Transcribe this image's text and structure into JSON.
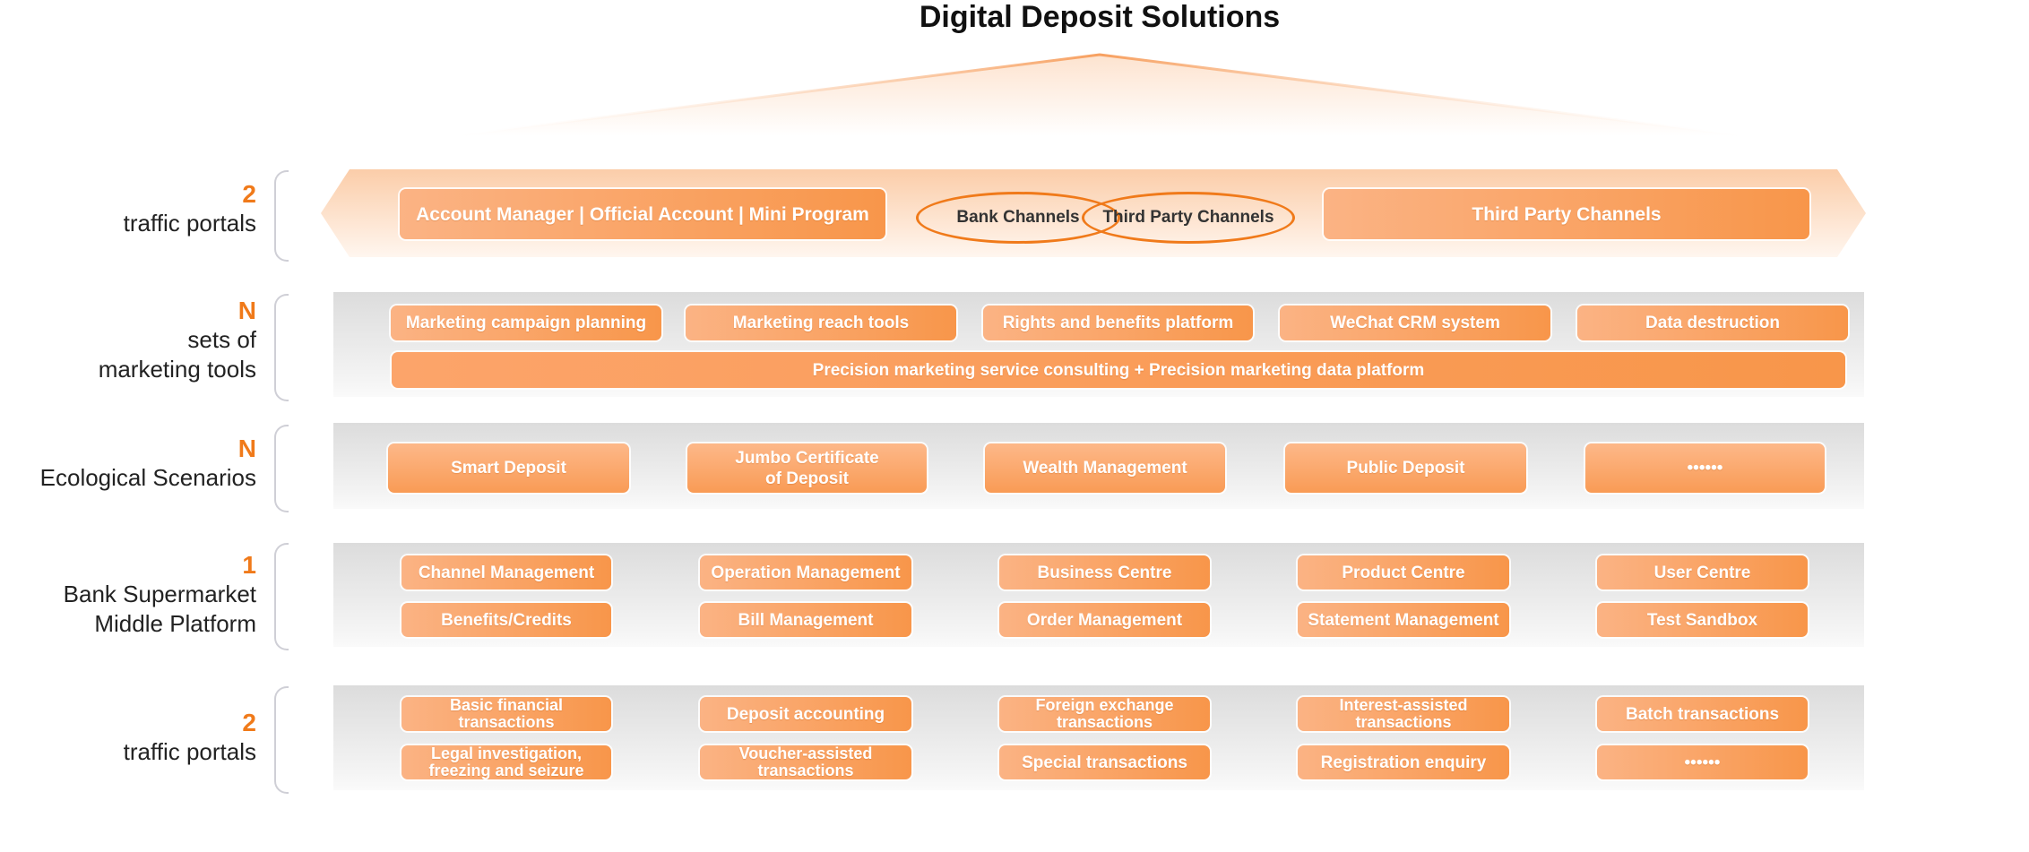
{
  "title": "Digital Deposit Solutions",
  "colors": {
    "accent": "#f07a1a",
    "box_light": "#fbb384",
    "box_dark": "#f8964a"
  },
  "rows": [
    {
      "number": "2",
      "label": [
        "traffic portals"
      ],
      "items": [
        "Account Manager | Official Account | Mini Program",
        "Bank Channels",
        "Third Party Channels",
        "Third Party Channels"
      ]
    },
    {
      "number": "N",
      "label": [
        "sets of",
        "marketing tools"
      ],
      "items": [
        "Marketing campaign planning",
        "Marketing reach tools",
        "Rights and benefits platform",
        "WeChat CRM system",
        "Data destruction"
      ],
      "wide_item": "Precision marketing service consulting + Precision marketing data platform"
    },
    {
      "number": "N",
      "label": [
        "Ecological Scenarios"
      ],
      "items": [
        "Smart Deposit",
        "Jumbo Certificate\nof Deposit",
        "Wealth Management",
        "Public Deposit",
        "••••••"
      ]
    },
    {
      "number": "1",
      "label": [
        "Bank Supermarket",
        "Middle Platform"
      ],
      "items": [
        "Channel Management",
        "Operation Management",
        "Business Centre",
        "Product Centre",
        "User Centre",
        "Benefits/Credits",
        "Bill Management",
        "Order Management",
        "Statement Management",
        "Test Sandbox"
      ]
    },
    {
      "number": "2",
      "label": [
        "traffic portals"
      ],
      "items": [
        "Basic financial\ntransactions",
        "Deposit accounting",
        "Foreign exchange\ntransactions",
        "Interest-assisted\ntransactions",
        "Batch transactions",
        "Legal investigation,\nfreezing and seizure",
        "Voucher-assisted\ntransactions",
        "Special transactions",
        "Registration enquiry",
        "••••••"
      ]
    }
  ]
}
